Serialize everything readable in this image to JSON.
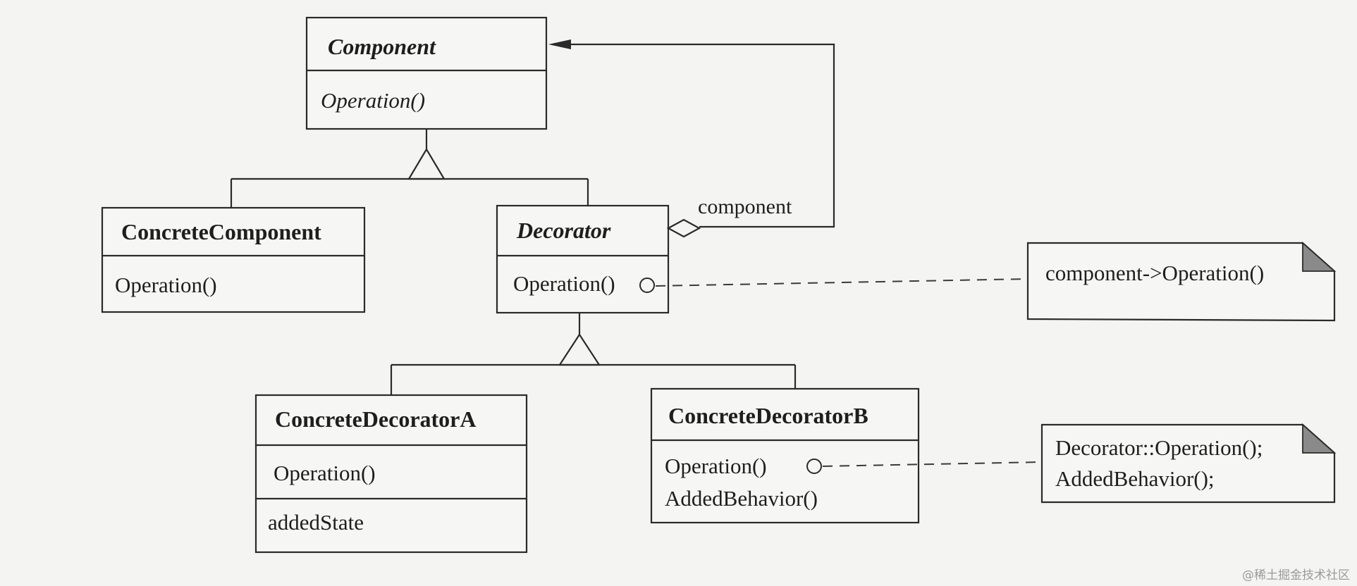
{
  "classes": {
    "component": {
      "name": "Component",
      "operations": [
        "Operation()"
      ]
    },
    "concrete_component": {
      "name": "ConcreteComponent",
      "operations": [
        "Operation()"
      ]
    },
    "decorator": {
      "name": "Decorator",
      "operations": [
        "Operation()"
      ]
    },
    "concrete_decorator_a": {
      "name": "ConcreteDecoratorA",
      "operations": [
        "Operation()"
      ],
      "attributes": [
        "addedState"
      ]
    },
    "concrete_decorator_b": {
      "name": "ConcreteDecoratorB",
      "operations": [
        "Operation()",
        "AddedBehavior()"
      ]
    }
  },
  "association": {
    "role": "component"
  },
  "notes": {
    "decorator_note": {
      "lines": [
        "component->Operation()"
      ]
    },
    "decorator_b_note": {
      "lines": [
        "Decorator::Operation();",
        "AddedBehavior();"
      ]
    }
  },
  "watermark": "@稀土掘金技术社区",
  "colors": {
    "line": "#2a2a2a",
    "background": "#f4f4f2",
    "note_corner": "#8a8a8a"
  }
}
